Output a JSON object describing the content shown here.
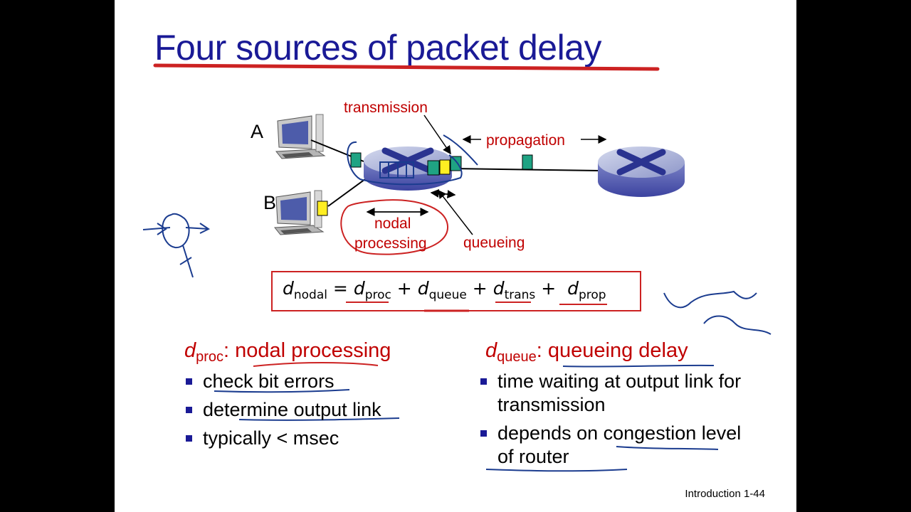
{
  "slide": {
    "title": "Four sources of packet delay",
    "footer": "Introduction 1-44"
  },
  "diagram": {
    "host_a": "A",
    "host_b": "B",
    "label_transmission": "transmission",
    "label_propagation": "propagation",
    "label_nodal_1": "nodal",
    "label_nodal_2": "processing",
    "label_queueing": "queueing"
  },
  "formula": {
    "lhs_sub": "nodal",
    "terms": [
      "proc",
      "queue",
      "trans",
      "prop"
    ]
  },
  "left_section": {
    "heading_sub": "proc",
    "heading_text": ": nodal processing",
    "bullets": [
      "check bit errors",
      "determine output link",
      "typically < msec"
    ]
  },
  "right_section": {
    "heading_sub": "queue",
    "heading_text": ": queueing delay",
    "bullets": [
      "time waiting at output link for transmission",
      "depends on congestion level of router"
    ]
  },
  "colors": {
    "title_blue": "#1a1a96",
    "accent_red": "#c00000",
    "packet_green": "#1fa383",
    "packet_yellow": "#ffee22",
    "ink_blue": "#1b3c8f"
  },
  "icons": [
    "computer-icon",
    "router-icon",
    "packet-icon"
  ]
}
